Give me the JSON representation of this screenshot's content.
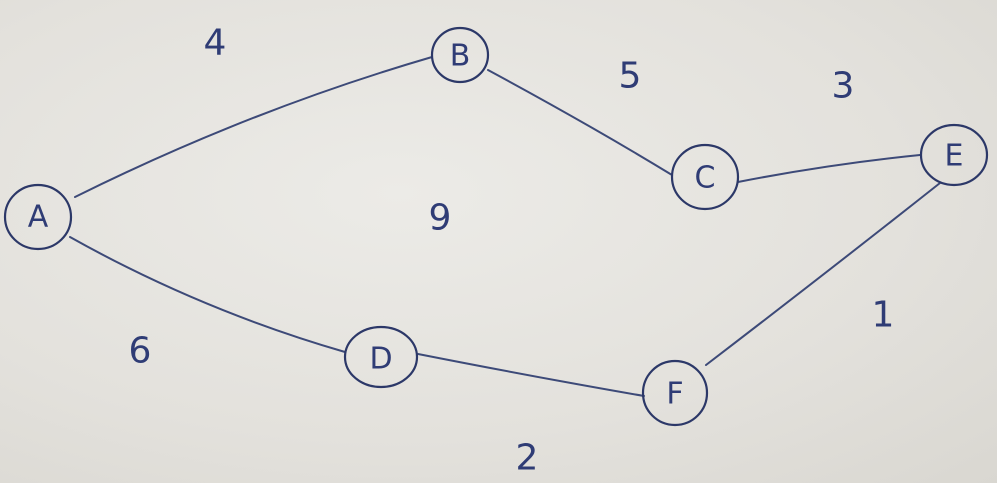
{
  "graph": {
    "nodes": [
      {
        "id": "A",
        "label": "A"
      },
      {
        "id": "B",
        "label": "B"
      },
      {
        "id": "C",
        "label": "C"
      },
      {
        "id": "D",
        "label": "D"
      },
      {
        "id": "E",
        "label": "E"
      },
      {
        "id": "F",
        "label": "F"
      }
    ],
    "edges": [
      {
        "from": "A",
        "to": "B",
        "weight": "4"
      },
      {
        "from": "B",
        "to": "C",
        "weight": "5"
      },
      {
        "from": "C",
        "to": "E",
        "weight": "3"
      },
      {
        "from": "A",
        "to": "D",
        "weight": "6"
      },
      {
        "from": "D",
        "to": "F",
        "weight": "2"
      },
      {
        "from": "F",
        "to": "E",
        "weight": "1"
      }
    ],
    "free_labels": [
      "9"
    ],
    "ink_color": "#2f3c75",
    "paper_color": "#e6e4df"
  }
}
